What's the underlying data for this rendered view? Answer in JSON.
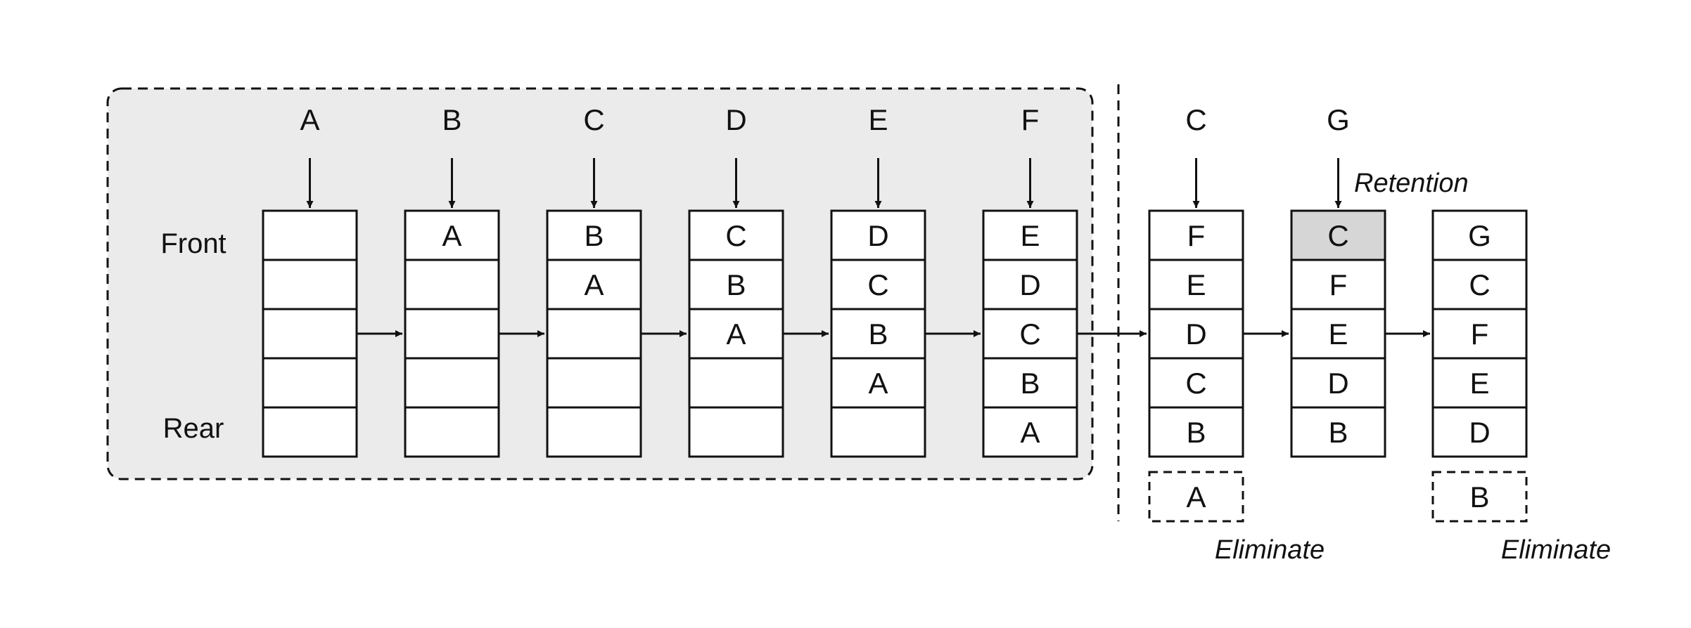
{
  "labels": {
    "front": "Front",
    "rear": "Rear",
    "retention": "Retention",
    "eliminate_1": "Eliminate",
    "eliminate_2": "Eliminate"
  },
  "colors": {
    "stroke": "#111111",
    "group_fill": "#ebebeb",
    "highlight_fill": "#d6d6d6",
    "cell_fill": "#ffffff"
  },
  "queues": [
    {
      "input": "A",
      "cells": [
        "",
        "",
        "",
        "",
        ""
      ]
    },
    {
      "input": "B",
      "cells": [
        "A",
        "",
        "",
        "",
        ""
      ]
    },
    {
      "input": "C",
      "cells": [
        "B",
        "A",
        "",
        "",
        ""
      ]
    },
    {
      "input": "D",
      "cells": [
        "C",
        "B",
        "A",
        "",
        ""
      ]
    },
    {
      "input": "E",
      "cells": [
        "D",
        "C",
        "B",
        "A",
        ""
      ]
    },
    {
      "input": "F",
      "cells": [
        "E",
        "D",
        "C",
        "B",
        "A"
      ]
    },
    {
      "input": "C",
      "cells": [
        "F",
        "E",
        "D",
        "C",
        "B"
      ],
      "evicted": "A"
    },
    {
      "input": "G",
      "cells": [
        "C",
        "F",
        "E",
        "D",
        "B"
      ],
      "highlight_index": 0
    },
    {
      "input": "",
      "cells": [
        "G",
        "C",
        "F",
        "E",
        "D"
      ],
      "evicted": "B"
    }
  ]
}
